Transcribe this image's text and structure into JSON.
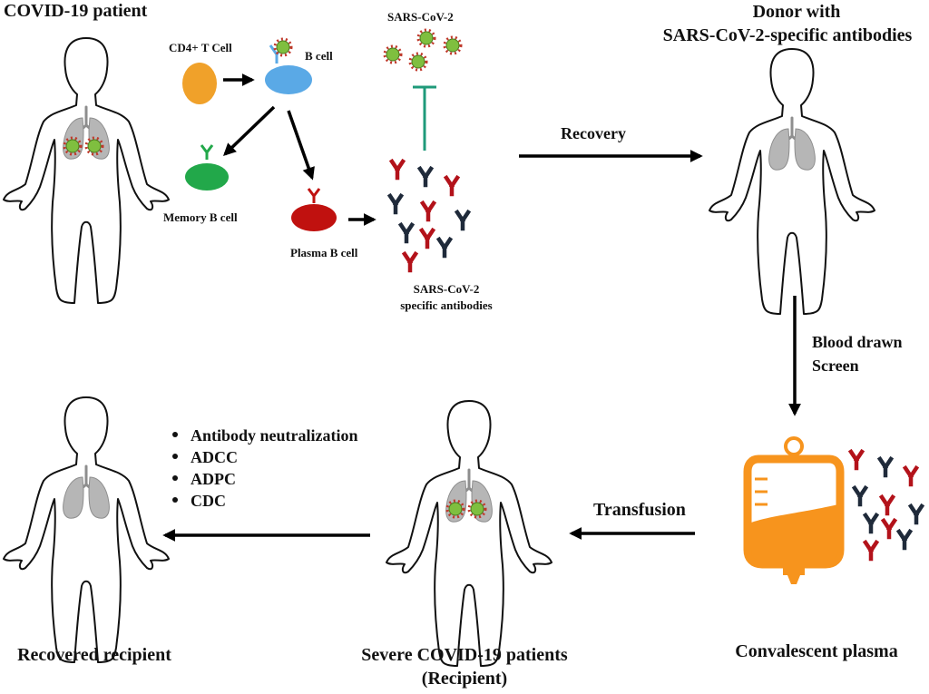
{
  "labels": {
    "covid_patient": "COVID-19 patient",
    "cd4_t_cell": "CD4+ T Cell",
    "b_cell": "B cell",
    "virus": "SARS-CoV-2",
    "memory_b_cell": "Memory B cell",
    "plasma_b_cell": "Plasma B cell",
    "specific_antibodies_line1": "SARS-CoV-2",
    "specific_antibodies_line2": "specific antibodies",
    "recovery": "Recovery",
    "donor_line1": "Donor with",
    "donor_line2": "SARS-CoV-2-specific antibodies",
    "blood_drawn": "Blood drawn",
    "screen": "Screen",
    "convalescent_plasma": "Convalescent plasma",
    "transfusion": "Transfusion",
    "severe_line1": "Severe COVID-19 patients",
    "severe_line2": "(Recipient)",
    "recovered_recipient": "Recovered recipient"
  },
  "mechanisms": [
    "Antibody neutralization",
    "ADCC",
    "ADPC",
    "CDC"
  ],
  "colors": {
    "cd4_t_cell": "#f0a12a",
    "b_cell": "#5aa9e6",
    "memory_b_cell": "#22a84a",
    "plasma_b_cell": "#c0110f",
    "antibody_red": "#b3121a",
    "antibody_dark": "#1f2a3a",
    "inhibition_bar": "#1f9a7a",
    "plasma_bag": "#f7941d",
    "lungs": "#b6b6b6"
  },
  "icons": [
    "human-body-icon",
    "lungs-icon",
    "virus-icon",
    "antibody-icon",
    "blood-bag-icon",
    "cell-icon"
  ]
}
